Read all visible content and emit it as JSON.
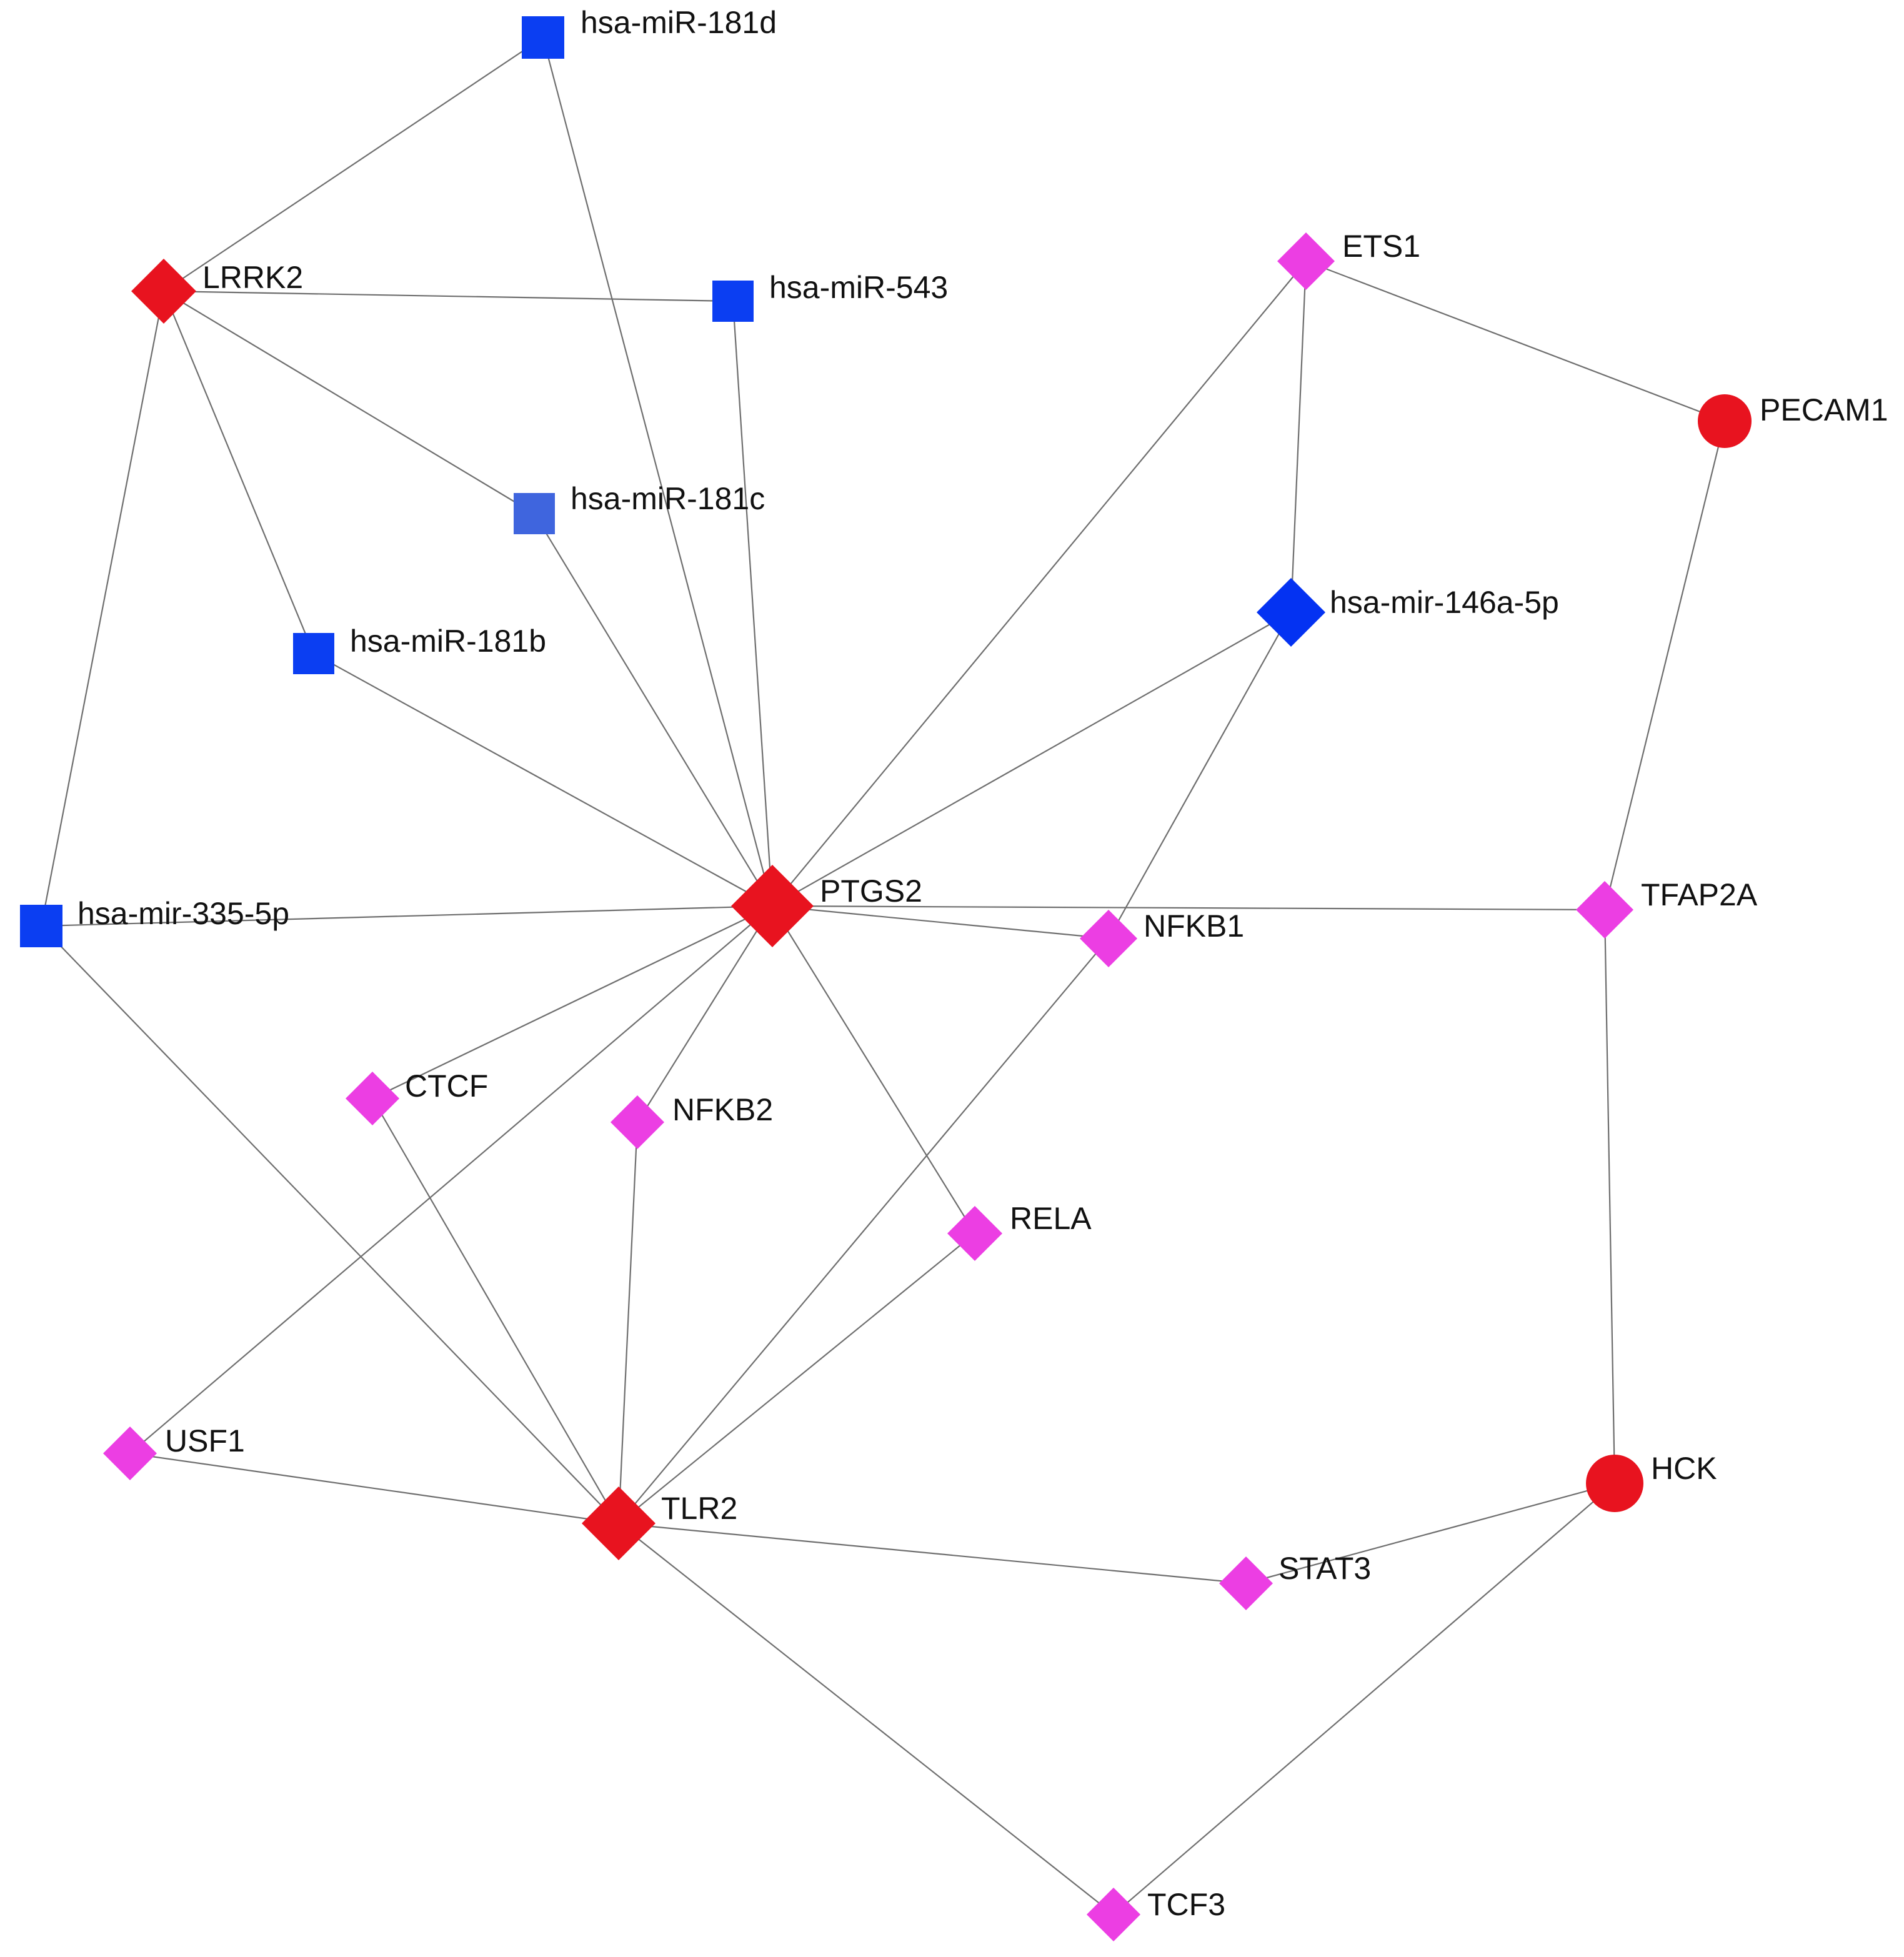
{
  "colors": {
    "gene_hub": "#e8131f",
    "transcription_factor": "#ec3ee3",
    "mirna": "#0b3ef2",
    "mirna_light": "#3f65de",
    "mir146a": "#0432f2",
    "edge": "#6e6e6e"
  },
  "nodes": [
    {
      "id": "hsa-miR-181d",
      "label": "hsa-miR-181d",
      "shape": "square",
      "color": "#0b3ef2"
    },
    {
      "id": "LRRK2",
      "label": "LRRK2",
      "shape": "diamond",
      "color": "#e8131f"
    },
    {
      "id": "hsa-miR-543",
      "label": "hsa-miR-543",
      "shape": "square",
      "color": "#0b3ef2"
    },
    {
      "id": "ETS1",
      "label": "ETS1",
      "shape": "diamond",
      "color": "#ec3ee3"
    },
    {
      "id": "PECAM1",
      "label": "PECAM1",
      "shape": "circle",
      "color": "#e8131f"
    },
    {
      "id": "hsa-miR-181c",
      "label": "hsa-miR-181c",
      "shape": "square",
      "color": "#3f65de"
    },
    {
      "id": "hsa-mir-146a-5p",
      "label": "hsa-mir-146a-5p",
      "shape": "diamond",
      "color": "#0432f2"
    },
    {
      "id": "hsa-miR-181b",
      "label": "hsa-miR-181b",
      "shape": "square",
      "color": "#0b3ef2"
    },
    {
      "id": "hsa-mir-335-5p",
      "label": "hsa-mir-335-5p",
      "shape": "square",
      "color": "#0b3ef2"
    },
    {
      "id": "PTGS2",
      "label": "PTGS2",
      "shape": "diamond",
      "color": "#e8131f"
    },
    {
      "id": "TFAP2A",
      "label": "TFAP2A",
      "shape": "diamond",
      "color": "#ec3ee3"
    },
    {
      "id": "NFKB1",
      "label": "NFKB1",
      "shape": "diamond",
      "color": "#ec3ee3"
    },
    {
      "id": "CTCF",
      "label": "CTCF",
      "shape": "diamond",
      "color": "#ec3ee3"
    },
    {
      "id": "NFKB2",
      "label": "NFKB2",
      "shape": "diamond",
      "color": "#ec3ee3"
    },
    {
      "id": "RELA",
      "label": "RELA",
      "shape": "diamond",
      "color": "#ec3ee3"
    },
    {
      "id": "USF1",
      "label": "USF1",
      "shape": "diamond",
      "color": "#ec3ee3"
    },
    {
      "id": "TLR2",
      "label": "TLR2",
      "shape": "diamond",
      "color": "#e8131f"
    },
    {
      "id": "HCK",
      "label": "HCK",
      "shape": "circle",
      "color": "#e8131f"
    },
    {
      "id": "STAT3",
      "label": "STAT3",
      "shape": "diamond",
      "color": "#ec3ee3"
    },
    {
      "id": "TCF3",
      "label": "TCF3",
      "shape": "diamond",
      "color": "#ec3ee3"
    }
  ],
  "edges": [
    [
      "hsa-miR-181d",
      "LRRK2"
    ],
    [
      "hsa-miR-181d",
      "PTGS2"
    ],
    [
      "LRRK2",
      "hsa-miR-543"
    ],
    [
      "LRRK2",
      "hsa-miR-181c"
    ],
    [
      "LRRK2",
      "hsa-miR-181b"
    ],
    [
      "LRRK2",
      "hsa-mir-335-5p"
    ],
    [
      "hsa-miR-543",
      "PTGS2"
    ],
    [
      "hsa-miR-181c",
      "PTGS2"
    ],
    [
      "hsa-miR-181b",
      "PTGS2"
    ],
    [
      "hsa-mir-335-5p",
      "PTGS2"
    ],
    [
      "hsa-mir-335-5p",
      "TLR2"
    ],
    [
      "ETS1",
      "PTGS2"
    ],
    [
      "ETS1",
      "hsa-mir-146a-5p"
    ],
    [
      "ETS1",
      "PECAM1"
    ],
    [
      "PECAM1",
      "TFAP2A"
    ],
    [
      "hsa-mir-146a-5p",
      "PTGS2"
    ],
    [
      "hsa-mir-146a-5p",
      "NFKB1"
    ],
    [
      "PTGS2",
      "TFAP2A"
    ],
    [
      "PTGS2",
      "NFKB1"
    ],
    [
      "PTGS2",
      "CTCF"
    ],
    [
      "PTGS2",
      "NFKB2"
    ],
    [
      "PTGS2",
      "RELA"
    ],
    [
      "PTGS2",
      "USF1"
    ],
    [
      "NFKB1",
      "TLR2"
    ],
    [
      "TFAP2A",
      "HCK"
    ],
    [
      "CTCF",
      "TLR2"
    ],
    [
      "NFKB2",
      "TLR2"
    ],
    [
      "RELA",
      "TLR2"
    ],
    [
      "USF1",
      "TLR2"
    ],
    [
      "TLR2",
      "STAT3"
    ],
    [
      "TLR2",
      "TCF3"
    ],
    [
      "HCK",
      "STAT3"
    ],
    [
      "HCK",
      "TCF3"
    ]
  ]
}
